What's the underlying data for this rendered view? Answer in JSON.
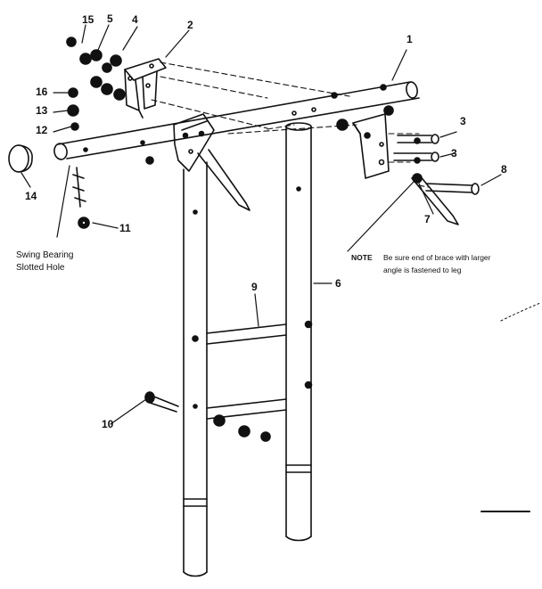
{
  "callouts": {
    "c1": "1",
    "c2": "2",
    "c3a": "3",
    "c3b": "3",
    "c4": "4",
    "c5": "5",
    "c6": "6",
    "c7": "7",
    "c8": "8",
    "c9": "9",
    "c10": "10",
    "c11": "11",
    "c12": "12",
    "c13": "13",
    "c14": "14",
    "c15": "15",
    "c16": "16"
  },
  "swing_bearing": {
    "line1": "Swing Bearing",
    "line2": "Slotted Hole"
  },
  "note": {
    "label": "NOTE",
    "line1": "Be sure end of brace with larger",
    "line2": "angle is fastened to leg"
  },
  "colors": {
    "ink": "#111111",
    "paper": "#ffffff"
  }
}
